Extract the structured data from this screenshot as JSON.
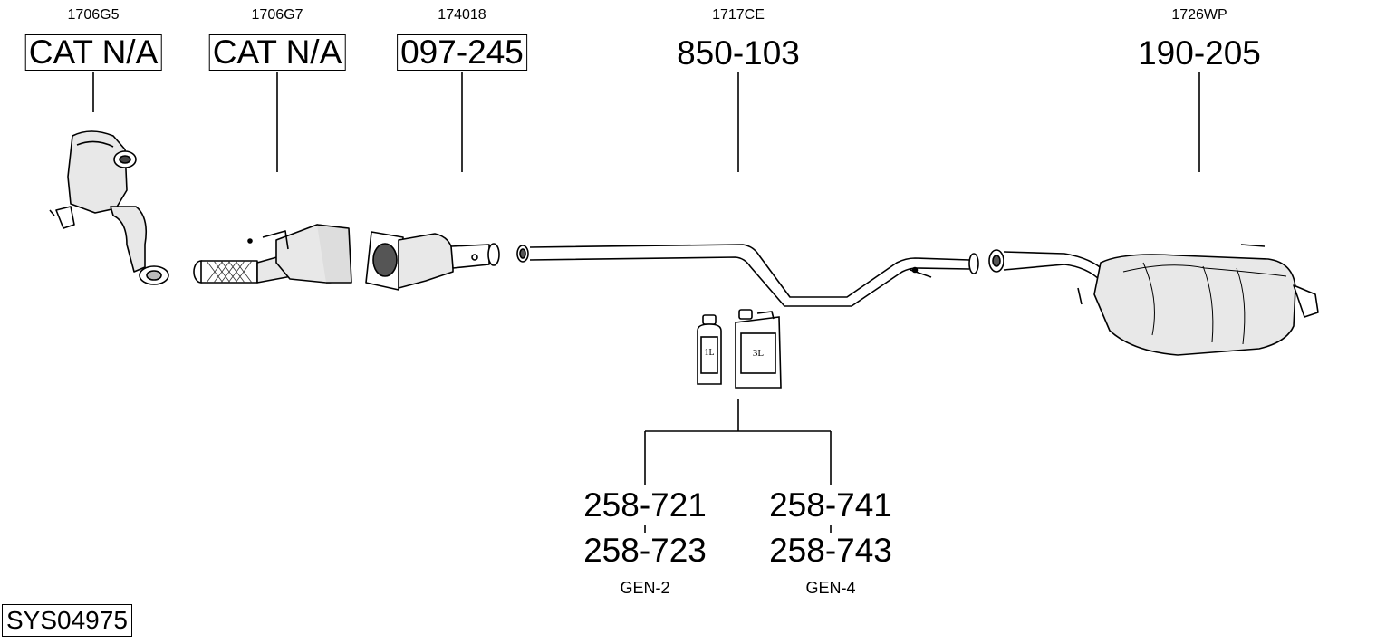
{
  "components": [
    {
      "oe": "1706G5",
      "part": "CAT N/A",
      "boxed": true
    },
    {
      "oe": "1706G7",
      "part": "CAT N/A",
      "boxed": true
    },
    {
      "oe": "174018",
      "part": "097-245",
      "boxed": true
    },
    {
      "oe": "1717CE",
      "part": "850-103",
      "boxed": false
    },
    {
      "oe": "1726WP",
      "part": "190-205",
      "boxed": false
    }
  ],
  "additives": {
    "bottle_small_label": "1L",
    "bottle_large_label": "3L",
    "options": [
      {
        "part_a": "258-721",
        "part_b": "258-723",
        "gen": "GEN-2"
      },
      {
        "part_a": "258-741",
        "part_b": "258-743",
        "gen": "GEN-4"
      }
    ]
  },
  "system_code": "SYS04975"
}
